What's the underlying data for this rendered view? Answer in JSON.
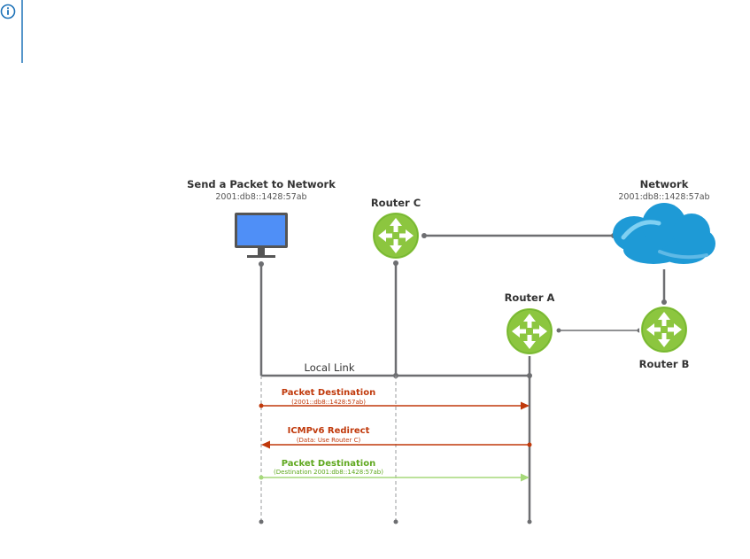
{
  "info_note": {
    "icon": "info-icon",
    "color": "#1d72b8"
  },
  "host": {
    "title": "Send a Packet to Network",
    "address": "2001:db8::1428:57ab",
    "icon": "monitor-icon"
  },
  "network": {
    "title": "Network",
    "address": "2001:db8::1428:57ab",
    "icon": "cloud-icon"
  },
  "routers": {
    "c": {
      "label": "Router C",
      "icon": "router-icon"
    },
    "a": {
      "label": "Router A",
      "icon": "router-icon"
    },
    "b": {
      "label": "Router B",
      "icon": "router-icon"
    }
  },
  "local_link": {
    "label": "Local Link"
  },
  "messages": [
    {
      "title": "Packet Destination",
      "detail": "(2001::db8::1428:57ab)",
      "color": "#c0390b"
    },
    {
      "title": "ICMPv6 Redirect",
      "detail": "(Data: Use Router C)",
      "color": "#c0390b"
    },
    {
      "title": "Packet Destination",
      "detail": "(Destination 2001:db8::1428:57ab)",
      "color": "#5fa81f"
    }
  ],
  "colors": {
    "router_fill": "#8cc63f",
    "router_ring": "#5e9d2a",
    "cloud": "#1e9ad6",
    "line": "#6d6e71",
    "monitor_screen": "#4f8ff7",
    "redirect_arrow": "#c0390b",
    "forward_arrow": "#a6d97a"
  }
}
